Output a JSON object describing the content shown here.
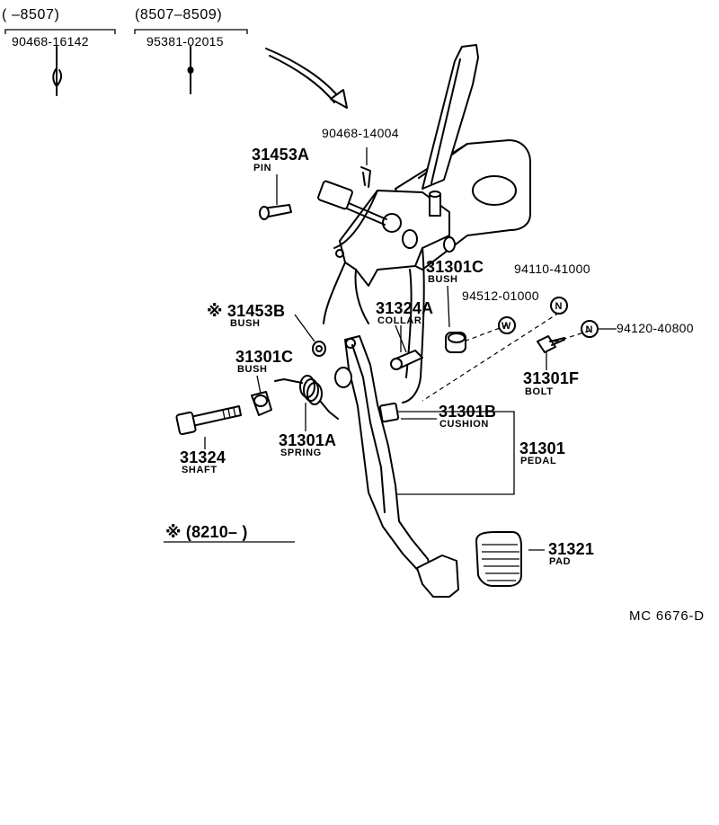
{
  "header": {
    "range_left": "(      –8507)",
    "range_right": "(8507–8509)",
    "part_left": "90468-16142",
    "part_right": "95381-02015"
  },
  "labels": {
    "p90468_14004": "90468-14004",
    "p31453A": "31453A",
    "pin": "PIN",
    "p31301C_top": "31301C",
    "bush_top": "BUSH",
    "p94110_41000": "94110-41000",
    "p94512_01000": "94512-01000",
    "p94120_40800": "94120-40800",
    "p31324A": "31324A",
    "collar": "COLLAR",
    "p31453B": "※ 31453B",
    "bush_b": "BUSH",
    "p31301C_left": "31301C",
    "bush_left": "BUSH",
    "p31301F": "31301F",
    "bolt": "BOLT",
    "p31301B": "31301B",
    "cushion": "CUSHION",
    "p31301": "31301",
    "pedal": "PEDAL",
    "p31324": "31324",
    "shaft": "SHAFT",
    "p31301A": "31301A",
    "spring": "SPRING",
    "p31321": "31321",
    "pad": "PAD",
    "note_8210": "※ (8210–        )",
    "reference": "MC  6676-D"
  },
  "markers": {
    "n": "N",
    "w": "W"
  }
}
